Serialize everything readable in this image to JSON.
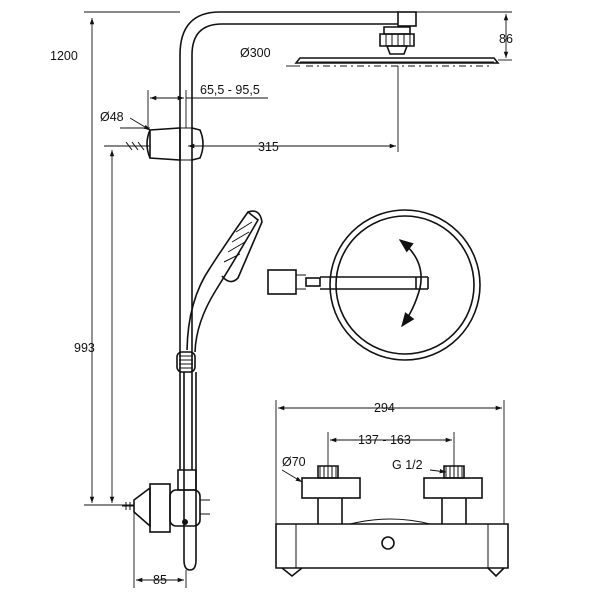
{
  "dimensions": {
    "height_total": "1200",
    "head_height": "86",
    "head_diameter": "Ø300",
    "arm_offset": "65,5 - 95,5",
    "bracket_diameter": "Ø48",
    "arm_length": "315",
    "bar_height": "993",
    "wall_distance": "85",
    "mixer_width": "294",
    "centres": "137 - 163",
    "escutcheon_diameter": "Ø70",
    "thread": "G 1/2"
  }
}
